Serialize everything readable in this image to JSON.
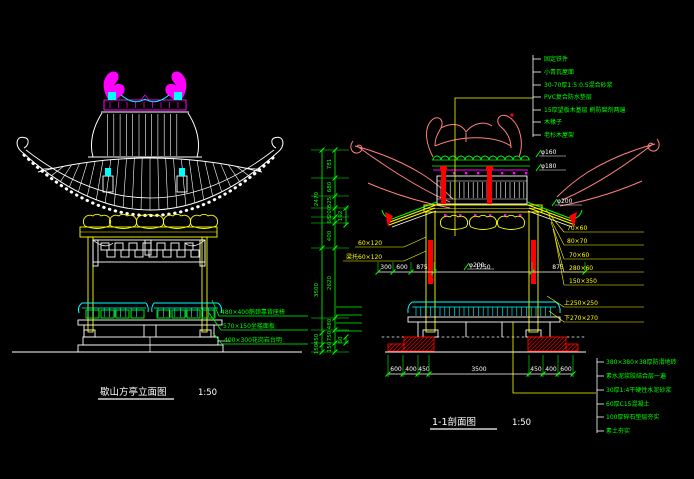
{
  "app": {
    "background": "#000000"
  },
  "colors": {
    "line_white": "#ffffff",
    "accent_magenta": "#ff00ff",
    "accent_cyan": "#00ffff",
    "accent_yellow": "#ffff00",
    "annotation_green": "#00ff00",
    "roof_pink": "#ff8080",
    "accent_red": "#ff0000"
  },
  "elevation": {
    "title": "歇山方亭立面图",
    "scale": "1:50",
    "labels": [
      "480×400鹅颈靠背座椅",
      "570×150坐槛面板",
      "400×300花岗岩台明"
    ]
  },
  "section": {
    "title": "1-1剖面图",
    "scale": "1:50",
    "roof_callouts": [
      "固定铁件",
      "小青瓦屋面",
      "30-70厚1:5:0.5混合砂浆",
      "PVC复合防水垫层",
      "15厚望板木基层 刷防腐剂两遍",
      "木椽子",
      "老杉木屋架"
    ],
    "floor_callouts": [
      "380×380×38厚防滑地砖",
      "素水泥浆胶结合层一遍",
      "30厚1:4干硬性水泥砂浆",
      "60厚C15混凝土",
      "100厚碎石垫层夯实",
      "素土夯实"
    ],
    "member_labels_right": [
      "70×60",
      "80×70",
      "70×60",
      "280×60",
      "150×350",
      "上250×250",
      "下270×270"
    ],
    "member_labels_left": [
      "60×120",
      "梁托60×120"
    ],
    "diameters": [
      "φ160",
      "φ180",
      "φ200",
      "φ200"
    ],
    "dims_top": [
      "300",
      "600",
      "875",
      "1750",
      "875"
    ],
    "dims_bottom": [
      "600",
      "400",
      "450",
      "3500",
      "450",
      "400",
      "600"
    ]
  },
  "dims_vertical": {
    "outer": [
      "2470",
      "3500",
      "450",
      "150"
    ],
    "inner": [
      "781",
      "680",
      "525",
      "200",
      "68",
      "400",
      "2620",
      "480",
      "750",
      "150"
    ],
    "tier3": [
      "192",
      "60"
    ]
  }
}
